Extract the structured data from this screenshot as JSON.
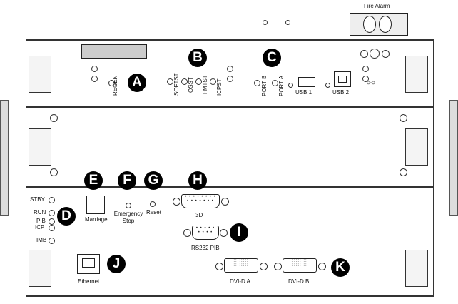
{
  "fire_alarm": {
    "label": "Fire Alarm"
  },
  "callouts": [
    "A",
    "B",
    "C",
    "D",
    "E",
    "F",
    "G",
    "H",
    "I",
    "J",
    "K"
  ],
  "top_module": {
    "regen": "REGEN",
    "switches": [
      "SOFTST",
      "OSST",
      "FMTST",
      "ICPST"
    ],
    "ports": [
      "PORT B",
      "PORT A"
    ],
    "usb1": "USB 1",
    "usb2": "USB 2"
  },
  "bottom_module": {
    "status_leds": [
      "STBY",
      "RUN",
      "PIB",
      "ICP",
      "IMB"
    ],
    "marriage": "Marriage",
    "emergency": "Emergency Stop",
    "reset": "Reset",
    "port_3d": "3D",
    "rs232": "RS232 PIB",
    "ethernet": "Ethernet",
    "dvi_a": "DVI-D A",
    "dvi_b": "DVI-D B"
  }
}
